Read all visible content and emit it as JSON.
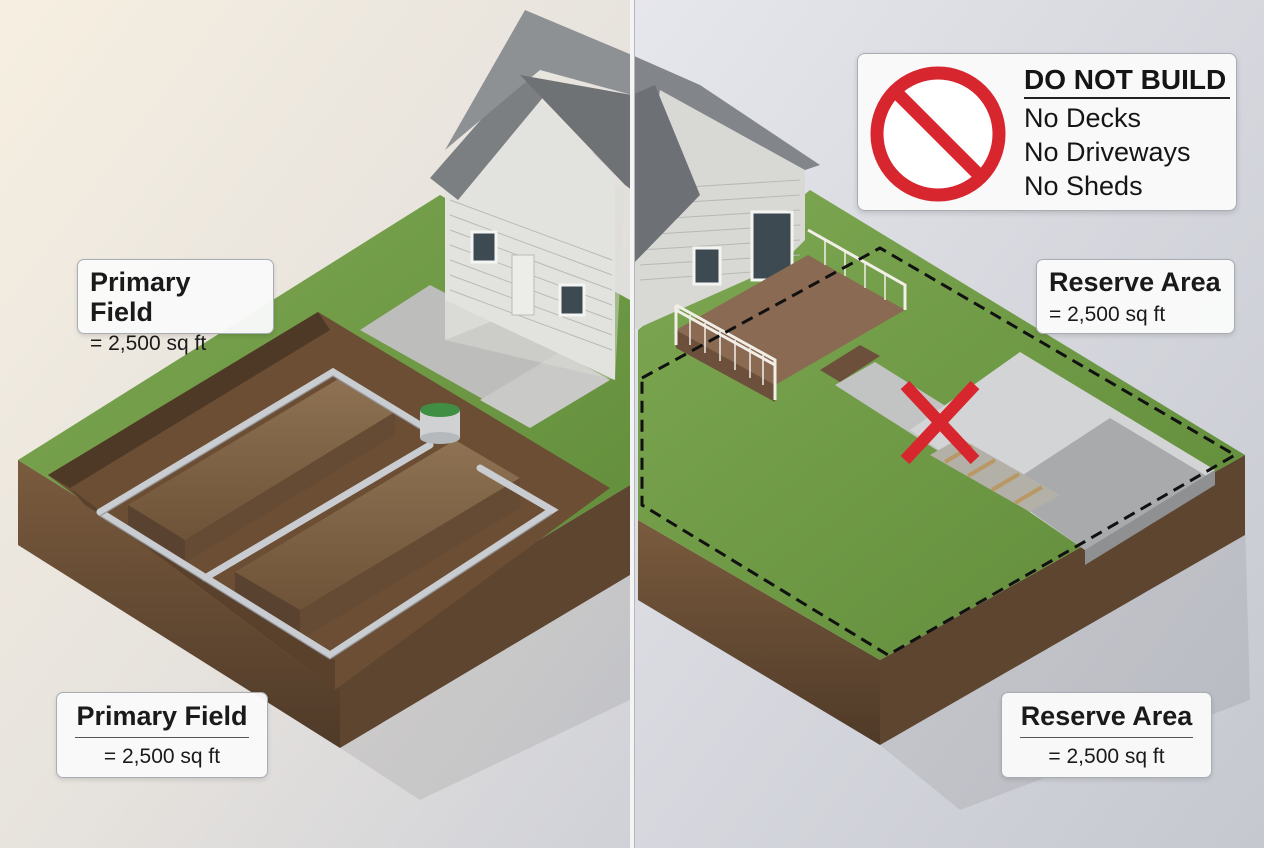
{
  "primary_field_top": {
    "title": "Primary Field",
    "area": "= 2,500 sq ft"
  },
  "reserve_area_top": {
    "title": "Reserve Area",
    "area": "= 2,500 sq ft"
  },
  "primary_field_bottom": {
    "title": "Primary Field",
    "area": "= 2,500 sq ft"
  },
  "reserve_area_bottom": {
    "title": "Reserve Area",
    "area": "= 2,500 sq ft"
  },
  "notice": {
    "title": "DO NOT BUILD",
    "items": [
      "No Decks",
      "No Driveways",
      "No Sheds"
    ]
  },
  "colors": {
    "grass": "#6f9a45",
    "soil": "#6b4f36",
    "prohibition_red": "#d7262d",
    "siding": "#dadbd6",
    "roof": "#8b8e91",
    "divider": "#f4f4f4"
  },
  "icons": {
    "prohibition": "no-symbol-icon",
    "cross": "red-x-icon"
  }
}
